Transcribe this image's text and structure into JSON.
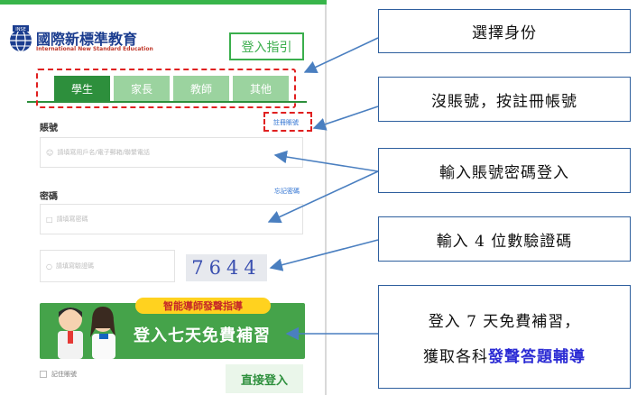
{
  "logo": {
    "name": "國際新標準教育",
    "subtitle": "International New Standard Education",
    "badge": "INSE"
  },
  "guide_button": "登入指引",
  "tabs": [
    {
      "label": "學生",
      "active": true
    },
    {
      "label": "家長",
      "active": false
    },
    {
      "label": "教師",
      "active": false
    },
    {
      "label": "其他",
      "active": false
    }
  ],
  "account": {
    "label": "賬號",
    "register_link": "註冊賬號",
    "placeholder": "請填寫用戶名/電子郵箱/聯繫電話"
  },
  "password": {
    "label": "密碼",
    "forgot_link": "忘記密碼",
    "placeholder": "請填寫密碼"
  },
  "captcha": {
    "placeholder": "請填寫驗證碼",
    "code": "7644"
  },
  "banner": {
    "tag": "智能導師發聲指導",
    "text": "登入七天免費補習"
  },
  "remember_label": "記住賬號",
  "login_button": "直接登入",
  "callouts": [
    {
      "lines": [
        "選擇身份"
      ]
    },
    {
      "lines": [
        "沒賬號，按註冊帳號"
      ]
    },
    {
      "lines": [
        "輸入賬號密碼登入"
      ]
    },
    {
      "lines": [
        "輸入 4 位數驗證碼"
      ]
    },
    {
      "lines": [
        "登入 7 天免費補習，"
      ],
      "line2_prefix": "獲取各科",
      "line2_highlight": "發聲答題輔導"
    }
  ],
  "colors": {
    "brand_green": "#38b54a",
    "tab_active": "#2d8f3c",
    "highlight_blue": "#2b2bd4",
    "dashed_red": "#e02020",
    "callout_border": "#2e5f9e"
  }
}
